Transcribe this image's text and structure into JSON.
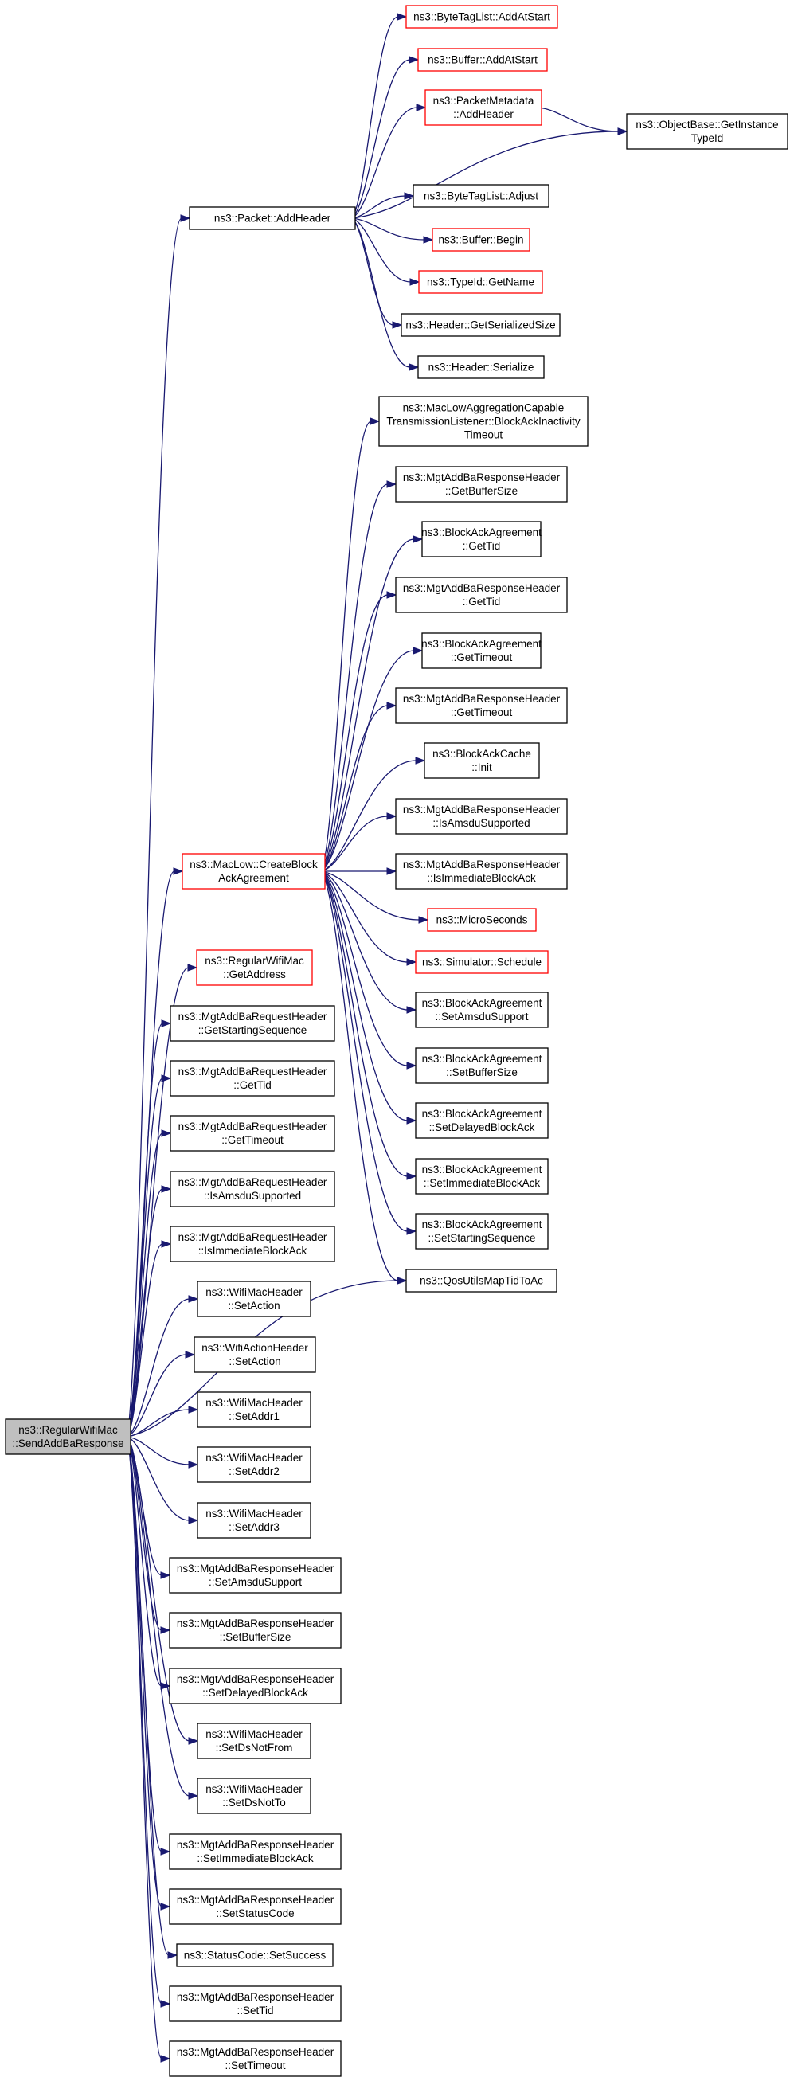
{
  "colors": {
    "edge": "#191970",
    "border_default": "#000000",
    "border_undocumented": "#ff0000",
    "root_fill": "#bfbfbf",
    "node_fill": "#ffffff"
  },
  "nodes": [
    {
      "id": "send",
      "lines": [
        "ns3::RegularWifiMac",
        "::SendAddBaResponse"
      ],
      "kind": "root"
    },
    {
      "id": "addheader",
      "lines": [
        "ns3::Packet::AddHeader"
      ],
      "kind": "normal"
    },
    {
      "id": "bt_addatstart",
      "lines": [
        "ns3::ByteTagList::AddAtStart"
      ],
      "kind": "red"
    },
    {
      "id": "buf_addatstart",
      "lines": [
        "ns3::Buffer::AddAtStart"
      ],
      "kind": "red"
    },
    {
      "id": "pm_addheader",
      "lines": [
        "ns3::PacketMetadata",
        "::AddHeader"
      ],
      "kind": "red"
    },
    {
      "id": "objbase",
      "lines": [
        "ns3::ObjectBase::GetInstance",
        "TypeId"
      ],
      "kind": "normal"
    },
    {
      "id": "bt_adjust",
      "lines": [
        "ns3::ByteTagList::Adjust"
      ],
      "kind": "normal"
    },
    {
      "id": "buf_begin",
      "lines": [
        "ns3::Buffer::Begin"
      ],
      "kind": "red"
    },
    {
      "id": "typeid_getname",
      "lines": [
        "ns3::TypeId::GetName"
      ],
      "kind": "red"
    },
    {
      "id": "hdr_getsersize",
      "lines": [
        "ns3::Header::GetSerializedSize"
      ],
      "kind": "normal"
    },
    {
      "id": "hdr_serialize",
      "lines": [
        "ns3::Header::Serialize"
      ],
      "kind": "normal"
    },
    {
      "id": "createblock",
      "lines": [
        "ns3::MacLow::CreateBlock",
        "AckAgreement"
      ],
      "kind": "red"
    },
    {
      "id": "maclowagg",
      "lines": [
        "ns3::MacLowAggregationCapable",
        "TransmissionListener::BlockAckInactivity",
        "Timeout"
      ],
      "kind": "normal"
    },
    {
      "id": "resp_getbufsize",
      "lines": [
        "ns3::MgtAddBaResponseHeader",
        "::GetBufferSize"
      ],
      "kind": "normal"
    },
    {
      "id": "baa_gettid",
      "lines": [
        "ns3::BlockAckAgreement",
        "::GetTid"
      ],
      "kind": "normal"
    },
    {
      "id": "resp_gettid",
      "lines": [
        "ns3::MgtAddBaResponseHeader",
        "::GetTid"
      ],
      "kind": "normal"
    },
    {
      "id": "baa_gettimeout",
      "lines": [
        "ns3::BlockAckAgreement",
        "::GetTimeout"
      ],
      "kind": "normal"
    },
    {
      "id": "resp_gettimeout",
      "lines": [
        "ns3::MgtAddBaResponseHeader",
        "::GetTimeout"
      ],
      "kind": "normal"
    },
    {
      "id": "bac_init",
      "lines": [
        "ns3::BlockAckCache",
        "::Init"
      ],
      "kind": "normal"
    },
    {
      "id": "resp_isamsdu",
      "lines": [
        "ns3::MgtAddBaResponseHeader",
        "::IsAmsduSupported"
      ],
      "kind": "normal"
    },
    {
      "id": "resp_isimm",
      "lines": [
        "ns3::MgtAddBaResponseHeader",
        "::IsImmediateBlockAck"
      ],
      "kind": "normal"
    },
    {
      "id": "microseconds",
      "lines": [
        "ns3::MicroSeconds"
      ],
      "kind": "red"
    },
    {
      "id": "sim_schedule",
      "lines": [
        "ns3::Simulator::Schedule"
      ],
      "kind": "red"
    },
    {
      "id": "baa_setamsdu",
      "lines": [
        "ns3::BlockAckAgreement",
        "::SetAmsduSupport"
      ],
      "kind": "normal"
    },
    {
      "id": "baa_setbufsize",
      "lines": [
        "ns3::BlockAckAgreement",
        "::SetBufferSize"
      ],
      "kind": "normal"
    },
    {
      "id": "baa_setdelayed",
      "lines": [
        "ns3::BlockAckAgreement",
        "::SetDelayedBlockAck"
      ],
      "kind": "normal"
    },
    {
      "id": "baa_setimm",
      "lines": [
        "ns3::BlockAckAgreement",
        "::SetImmediateBlockAck"
      ],
      "kind": "normal"
    },
    {
      "id": "baa_setstartseq",
      "lines": [
        "ns3::BlockAckAgreement",
        "::SetStartingSequence"
      ],
      "kind": "normal"
    },
    {
      "id": "qos_maptid",
      "lines": [
        "ns3::QosUtilsMapTidToAc"
      ],
      "kind": "normal"
    },
    {
      "id": "rwm_getaddress",
      "lines": [
        "ns3::RegularWifiMac",
        "::GetAddress"
      ],
      "kind": "red"
    },
    {
      "id": "req_getstartseq",
      "lines": [
        "ns3::MgtAddBaRequestHeader",
        "::GetStartingSequence"
      ],
      "kind": "normal"
    },
    {
      "id": "req_gettid",
      "lines": [
        "ns3::MgtAddBaRequestHeader",
        "::GetTid"
      ],
      "kind": "normal"
    },
    {
      "id": "req_gettimeout",
      "lines": [
        "ns3::MgtAddBaRequestHeader",
        "::GetTimeout"
      ],
      "kind": "normal"
    },
    {
      "id": "req_isamsdu",
      "lines": [
        "ns3::MgtAddBaRequestHeader",
        "::IsAmsduSupported"
      ],
      "kind": "normal"
    },
    {
      "id": "req_isimm",
      "lines": [
        "ns3::MgtAddBaRequestHeader",
        "::IsImmediateBlockAck"
      ],
      "kind": "normal"
    },
    {
      "id": "wmh_setaction",
      "lines": [
        "ns3::WifiMacHeader",
        "::SetAction"
      ],
      "kind": "normal"
    },
    {
      "id": "wah_setaction",
      "lines": [
        "ns3::WifiActionHeader",
        "::SetAction"
      ],
      "kind": "normal"
    },
    {
      "id": "wmh_setaddr1",
      "lines": [
        "ns3::WifiMacHeader",
        "::SetAddr1"
      ],
      "kind": "normal"
    },
    {
      "id": "wmh_setaddr2",
      "lines": [
        "ns3::WifiMacHeader",
        "::SetAddr2"
      ],
      "kind": "normal"
    },
    {
      "id": "wmh_setaddr3",
      "lines": [
        "ns3::WifiMacHeader",
        "::SetAddr3"
      ],
      "kind": "normal"
    },
    {
      "id": "resp_setamsdu",
      "lines": [
        "ns3::MgtAddBaResponseHeader",
        "::SetAmsduSupport"
      ],
      "kind": "normal"
    },
    {
      "id": "resp_setbufsize",
      "lines": [
        "ns3::MgtAddBaResponseHeader",
        "::SetBufferSize"
      ],
      "kind": "normal"
    },
    {
      "id": "resp_setdelayed",
      "lines": [
        "ns3::MgtAddBaResponseHeader",
        "::SetDelayedBlockAck"
      ],
      "kind": "normal"
    },
    {
      "id": "wmh_setdsnotfrom",
      "lines": [
        "ns3::WifiMacHeader",
        "::SetDsNotFrom"
      ],
      "kind": "normal"
    },
    {
      "id": "wmh_setdsnotto",
      "lines": [
        "ns3::WifiMacHeader",
        "::SetDsNotTo"
      ],
      "kind": "normal"
    },
    {
      "id": "resp_setimm",
      "lines": [
        "ns3::MgtAddBaResponseHeader",
        "::SetImmediateBlockAck"
      ],
      "kind": "normal"
    },
    {
      "id": "resp_setstatus",
      "lines": [
        "ns3::MgtAddBaResponseHeader",
        "::SetStatusCode"
      ],
      "kind": "normal"
    },
    {
      "id": "sc_setsuccess",
      "lines": [
        "ns3::StatusCode::SetSuccess"
      ],
      "kind": "normal"
    },
    {
      "id": "resp_settid",
      "lines": [
        "ns3::MgtAddBaResponseHeader",
        "::SetTid"
      ],
      "kind": "normal"
    },
    {
      "id": "resp_settimeout",
      "lines": [
        "ns3::MgtAddBaResponseHeader",
        "::SetTimeout"
      ],
      "kind": "normal"
    }
  ],
  "edges": [
    [
      "send",
      "addheader"
    ],
    [
      "send",
      "createblock"
    ],
    [
      "send",
      "qos_maptid"
    ],
    [
      "send",
      "rwm_getaddress"
    ],
    [
      "send",
      "req_getstartseq"
    ],
    [
      "send",
      "req_gettid"
    ],
    [
      "send",
      "req_gettimeout"
    ],
    [
      "send",
      "req_isamsdu"
    ],
    [
      "send",
      "req_isimm"
    ],
    [
      "send",
      "wmh_setaction"
    ],
    [
      "send",
      "wah_setaction"
    ],
    [
      "send",
      "wmh_setaddr1"
    ],
    [
      "send",
      "wmh_setaddr2"
    ],
    [
      "send",
      "wmh_setaddr3"
    ],
    [
      "send",
      "resp_setamsdu"
    ],
    [
      "send",
      "resp_setbufsize"
    ],
    [
      "send",
      "resp_setdelayed"
    ],
    [
      "send",
      "wmh_setdsnotfrom"
    ],
    [
      "send",
      "wmh_setdsnotto"
    ],
    [
      "send",
      "resp_setimm"
    ],
    [
      "send",
      "resp_setstatus"
    ],
    [
      "send",
      "sc_setsuccess"
    ],
    [
      "send",
      "resp_settid"
    ],
    [
      "send",
      "resp_settimeout"
    ],
    [
      "addheader",
      "bt_addatstart"
    ],
    [
      "addheader",
      "buf_addatstart"
    ],
    [
      "addheader",
      "pm_addheader"
    ],
    [
      "addheader",
      "objbase"
    ],
    [
      "addheader",
      "bt_adjust"
    ],
    [
      "addheader",
      "buf_begin"
    ],
    [
      "addheader",
      "typeid_getname"
    ],
    [
      "addheader",
      "hdr_getsersize"
    ],
    [
      "addheader",
      "hdr_serialize"
    ],
    [
      "pm_addheader",
      "objbase"
    ],
    [
      "createblock",
      "maclowagg"
    ],
    [
      "createblock",
      "resp_getbufsize"
    ],
    [
      "createblock",
      "baa_gettid"
    ],
    [
      "createblock",
      "resp_gettid"
    ],
    [
      "createblock",
      "baa_gettimeout"
    ],
    [
      "createblock",
      "resp_gettimeout"
    ],
    [
      "createblock",
      "bac_init"
    ],
    [
      "createblock",
      "resp_isamsdu"
    ],
    [
      "createblock",
      "resp_isimm"
    ],
    [
      "createblock",
      "microseconds"
    ],
    [
      "createblock",
      "sim_schedule"
    ],
    [
      "createblock",
      "baa_setamsdu"
    ],
    [
      "createblock",
      "baa_setbufsize"
    ],
    [
      "createblock",
      "baa_setdelayed"
    ],
    [
      "createblock",
      "baa_setimm"
    ],
    [
      "createblock",
      "baa_setstartseq"
    ],
    [
      "createblock",
      "qos_maptid"
    ]
  ]
}
